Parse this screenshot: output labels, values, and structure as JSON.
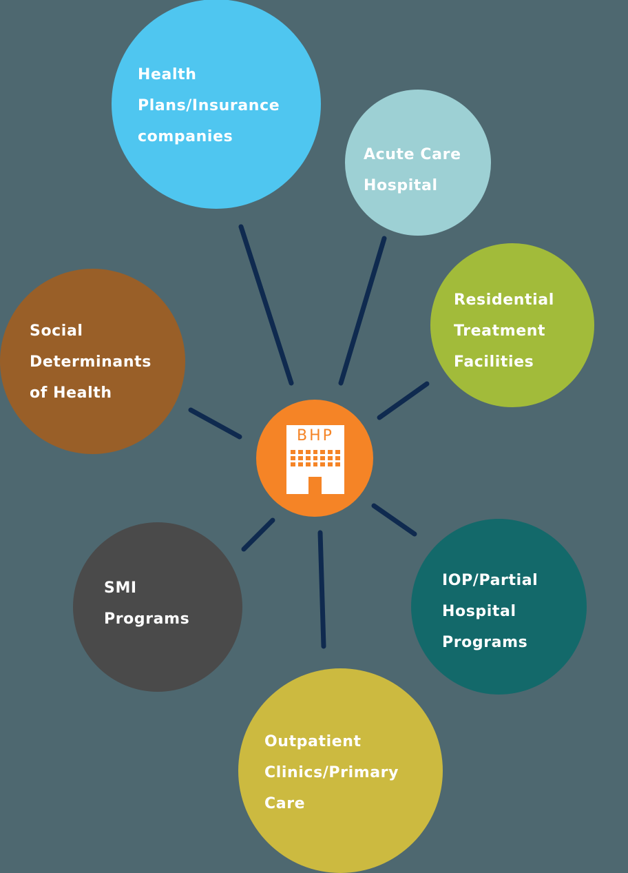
{
  "diagram": {
    "background_color": "#4e6870",
    "connector_color": "#0f2a4f",
    "hub": {
      "label": "BHP",
      "icon": "hospital-building-icon",
      "color": "#f58426"
    },
    "nodes": [
      {
        "id": "health-plans",
        "lines": [
          "Health",
          "Plans/Insurance",
          "companies"
        ],
        "color": "#4fc6f0"
      },
      {
        "id": "acute-care",
        "lines": [
          "Acute Care",
          "Hospital"
        ],
        "color": "#9dd0d4"
      },
      {
        "id": "residential",
        "lines": [
          "Residential",
          "Treatment",
          "Facilities"
        ],
        "color": "#a2bb3a"
      },
      {
        "id": "social-determinants",
        "lines": [
          "Social",
          "Determinants",
          "of Health"
        ],
        "color": "#995f28"
      },
      {
        "id": "smi",
        "lines": [
          "SMI",
          "Programs"
        ],
        "color": "#4a4a4a"
      },
      {
        "id": "iop",
        "lines": [
          "IOP/Partial",
          "Hospital",
          "Programs"
        ],
        "color": "#13696a"
      },
      {
        "id": "outpatient",
        "lines": [
          "Outpatient",
          "Clinics/Primary",
          "Care"
        ],
        "color": "#ccba40"
      }
    ]
  }
}
